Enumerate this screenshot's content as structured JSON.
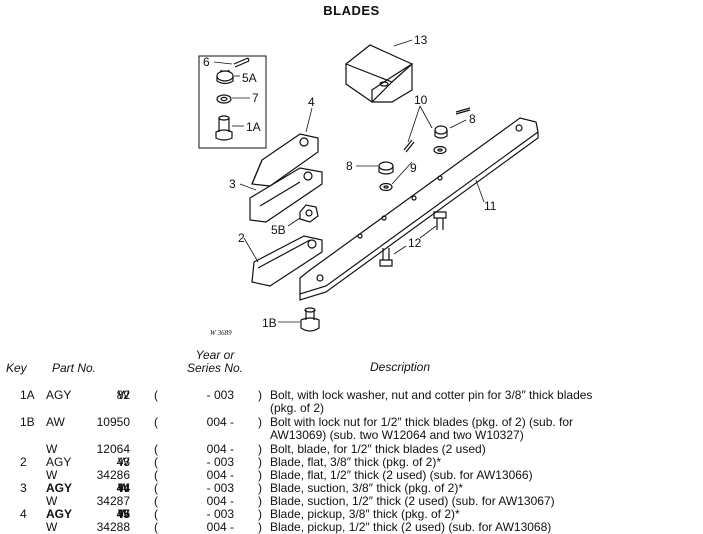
{
  "page_title": "BLADES",
  "figure_id": "W 3689",
  "callouts": [
    "1A",
    "1B",
    "2",
    "3",
    "4",
    "5A",
    "5B",
    "6",
    "7",
    "8",
    "8",
    "9",
    "10",
    "11",
    "12",
    "13"
  ],
  "table_headers": {
    "key": "Key",
    "part": "Part No.",
    "year": "Year or Series No.",
    "desc": "Description"
  },
  "rows": [
    {
      "key": "1A",
      "prefix": "AGY",
      "num": "82",
      "w": "W",
      "par1": "(",
      "ser": "- 003",
      "par2": ")",
      "desc": "Bolt, with lock washer, nut and cotter pin for 3/8″ thick blades"
    },
    {
      "key": "",
      "prefix": "",
      "num": "",
      "w": "",
      "par1": "",
      "ser": "",
      "par2": "",
      "desc": "(pkg. of 2)"
    },
    {
      "key": "1B",
      "prefix": "AW",
      "num": "10950",
      "w": "",
      "par1": "(",
      "ser": "004 -",
      "par2": ")",
      "desc": "Bolt with lock nut for 1/2″ thick blades (pkg. of 2) (sub. for"
    },
    {
      "key": "",
      "prefix": "",
      "num": "",
      "w": "",
      "par1": "",
      "ser": "",
      "par2": "",
      "desc": "AW13069) (sub. two W12064 and two W10327)"
    },
    {
      "key": "",
      "prefix": "W",
      "num": "12064",
      "w": "",
      "par1": "(",
      "ser": "004 -",
      "par2": ")",
      "desc": "Bolt, blade, for 1/2″ thick blades (2 used)"
    },
    {
      "key": "2",
      "prefix": "AGY",
      "num": "43",
      "w": "W",
      "par1": "(",
      "ser": "- 003",
      "par2": ")",
      "desc": "Blade, flat, 3/8″ thick (pkg. of 2)*"
    },
    {
      "key": "",
      "prefix": "W",
      "num": "34286",
      "w": "",
      "par1": "(",
      "ser": "004 -",
      "par2": ")",
      "desc": "Blade, flat, 1/2″ thick (2 used) (sub. for AW13066)"
    },
    {
      "key": "3",
      "prefix": "AGY",
      "num": "44",
      "w": "W",
      "par1": "(",
      "ser": "- 003",
      "par2": ")",
      "desc": "Blade, suction, 3/8″ thick (pkg. of 2)*"
    },
    {
      "key": "",
      "prefix": "W",
      "num": "34287",
      "w": "",
      "par1": "(",
      "ser": "004 -",
      "par2": ")",
      "desc": "Blade, suction, 1/2″ thick (2 used) (sub. for AW13067)"
    },
    {
      "key": "4",
      "prefix": "AGY",
      "num": "45",
      "w": "W",
      "par1": "(",
      "ser": "- 003",
      "par2": ")",
      "desc": "Blade, pickup, 3/8″ thick (pkg. of 2)*"
    },
    {
      "key": "",
      "prefix": "W",
      "num": "34288",
      "w": "",
      "par1": "(",
      "ser": "004 -",
      "par2": ")",
      "desc": "Blade, pickup, 1/2″ thick (2 used) (sub. for AW13068)"
    }
  ]
}
